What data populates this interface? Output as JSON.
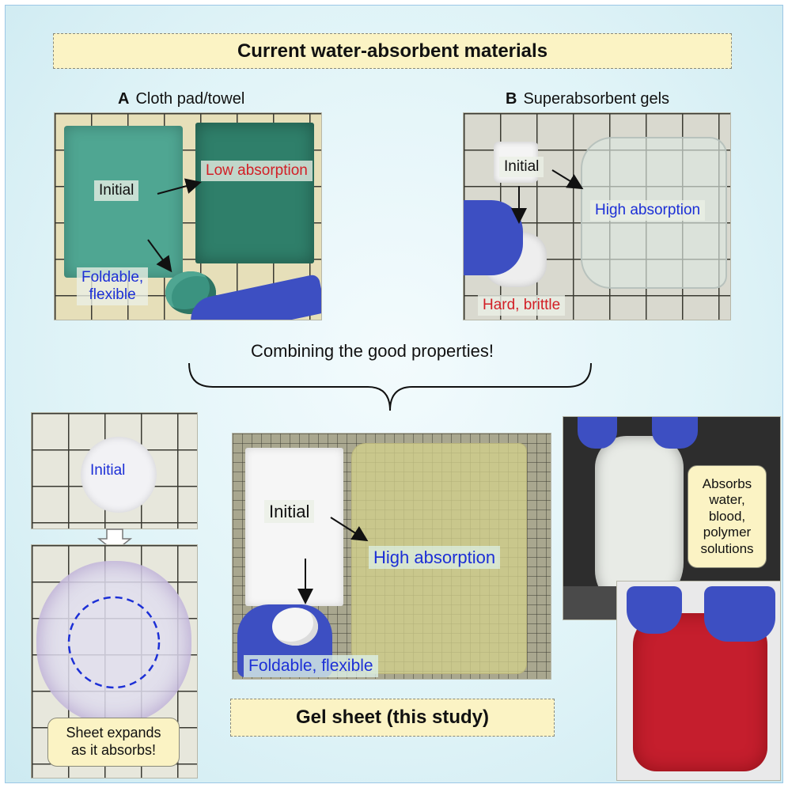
{
  "header": {
    "title": "Current water-absorbent materials"
  },
  "panel_a": {
    "letter": "A",
    "title": "Cloth pad/towel",
    "labels": {
      "initial": "Initial",
      "low": "Low absorption",
      "foldable": "Foldable,\nflexible"
    }
  },
  "panel_b": {
    "letter": "B",
    "title": "Superabsorbent gels",
    "labels": {
      "initial": "Initial",
      "high": "High absorption",
      "hard": "Hard, brittle"
    }
  },
  "combine": {
    "text": "Combining the good properties!"
  },
  "left_panel": {
    "initial": "Initial",
    "callout": "Sheet expands\nas it absorbs!"
  },
  "center_panel": {
    "initial": "Initial",
    "high": "High absorption",
    "foldable": "Foldable, flexible"
  },
  "footer_banner": {
    "title": "Gel sheet (this study)"
  },
  "right_panel": {
    "callout": "Absorbs\nwater,\nblood,\npolymer\nsolutions"
  },
  "colors": {
    "banner_fill": "#fbf3c4",
    "red_label": "#d21f26",
    "blue_label": "#1c2fd6",
    "cloth_green": "#3e9a86",
    "gel_yellow": "#c8c98c",
    "glove_blue": "#3d4fc2",
    "blood_red": "#c51e2d"
  }
}
